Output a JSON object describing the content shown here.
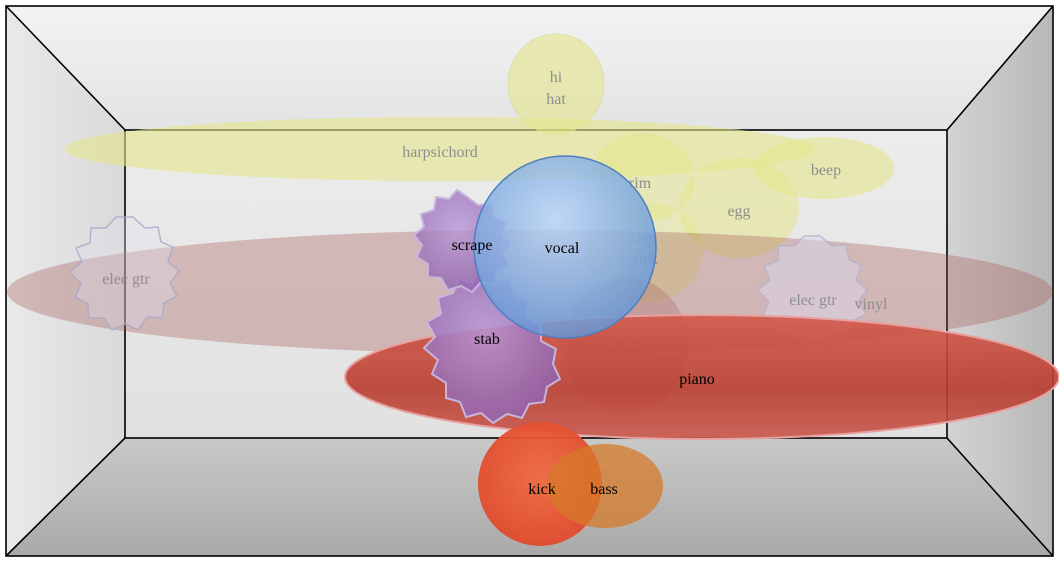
{
  "labels": {
    "hi_hat_line1": "hi",
    "hi_hat_line2": "hat",
    "harpsichord": "harpsichord",
    "beep": "beep",
    "egg": "egg",
    "rim": "rim",
    "slap_stick_line1": "slap",
    "slap_stick_line2": "stick",
    "elec_gtr_left": "elec gtr",
    "elec_gtr_right": "elec gtr",
    "vinyl": "vinyl",
    "choir": "choir",
    "scrape": "scrape",
    "vocal": "vocal",
    "stab": "stab",
    "piano": "piano",
    "kick": "kick",
    "bass": "bass"
  },
  "colors": {
    "yellow": "#e4e68a",
    "maroon": "#a35350",
    "red": "#c43527",
    "blue": "#8eb6e6",
    "lavender": "#a98cc4",
    "purple": "#9a6bb4",
    "orange": "#d6792a",
    "kick_red": "#e24a2c"
  }
}
